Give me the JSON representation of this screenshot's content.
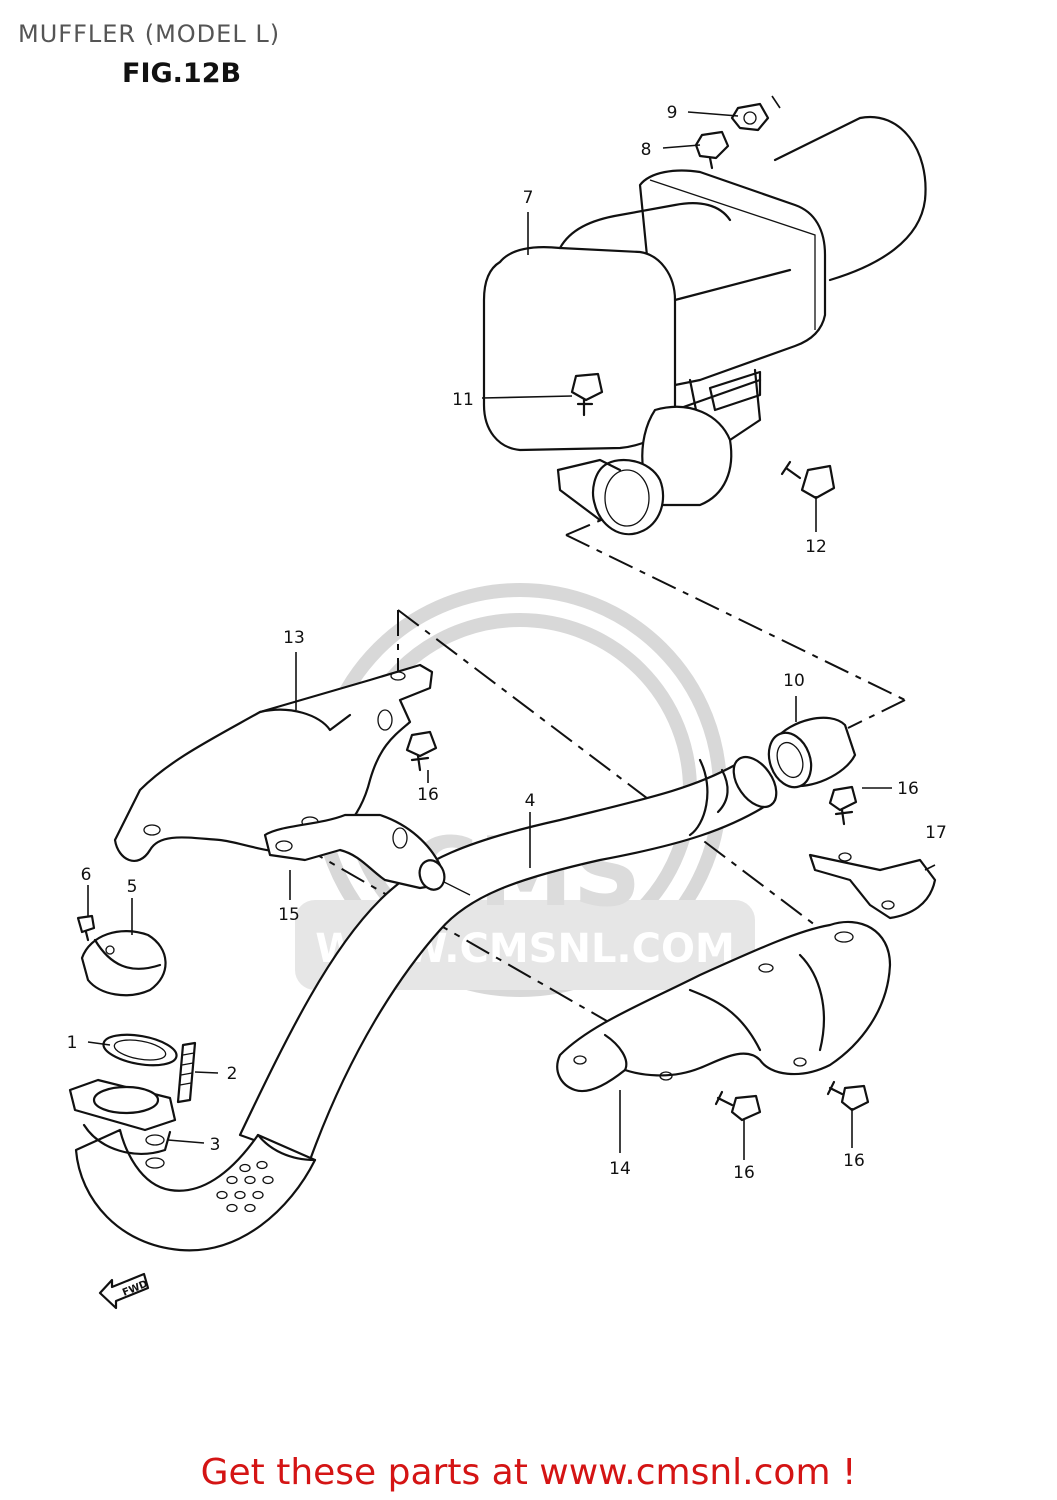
{
  "header": {
    "title": "MUFFLER (MODEL L)",
    "figure": "FIG.12B"
  },
  "watermark": {
    "brand": "CMS",
    "url": "WWW.CMSNL.COM"
  },
  "direction_label": "FWD",
  "callouts": [
    "1",
    "2",
    "3",
    "4",
    "5",
    "6",
    "7",
    "8",
    "9",
    "10",
    "11",
    "12",
    "13",
    "14",
    "15",
    "16",
    "16",
    "16",
    "16",
    "17"
  ],
  "footer": {
    "cta": "Get these parts at www.cmsnl.com !",
    "color": "#d41414"
  }
}
